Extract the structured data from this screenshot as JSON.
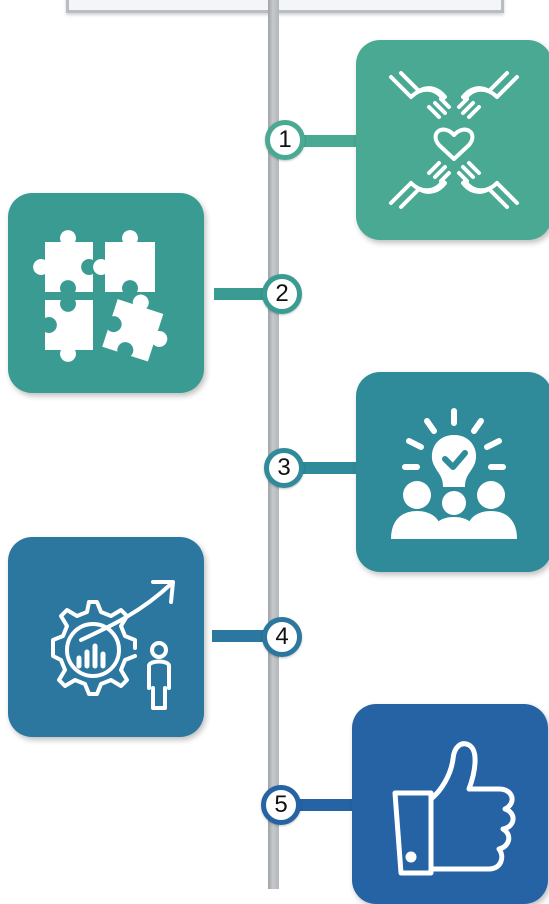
{
  "colors": {
    "teal_1": "#4aa993",
    "teal_2": "#3a9b92",
    "teal_3": "#2f8a9a",
    "blue_4": "#2c77a0",
    "blue_5": "#2563a5",
    "spine": "#b7babd"
  },
  "steps": [
    {
      "number": "1",
      "icon": "hands-heart-icon"
    },
    {
      "number": "2",
      "icon": "puzzle-icon"
    },
    {
      "number": "3",
      "icon": "team-idea-icon"
    },
    {
      "number": "4",
      "icon": "growth-gear-icon"
    },
    {
      "number": "5",
      "icon": "thumbs-up-icon"
    }
  ]
}
